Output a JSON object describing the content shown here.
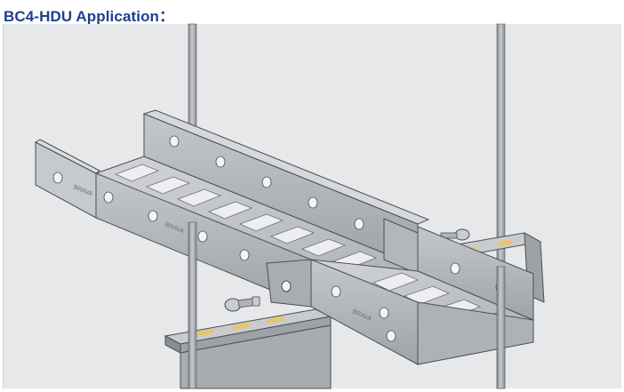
{
  "header": {
    "title": "BC4-HDU Application："
  },
  "figure": {
    "tray_mark": "BRAVA",
    "colors": {
      "title": "#1f3f8f",
      "background": "#e7e8ea",
      "steel_light": "#b9bcc0",
      "steel_mid": "#9ea2a7",
      "steel_dark": "#7f8388",
      "edge": "#4b4e52",
      "slot": "#e9c46a"
    },
    "components": [
      "threaded-rod-left",
      "threaded-rod-right",
      "cable-ladder-tray-left",
      "cable-ladder-tray-right",
      "splice-plate",
      "support-channel-left",
      "support-channel-right",
      "bolt-and-nut"
    ]
  }
}
